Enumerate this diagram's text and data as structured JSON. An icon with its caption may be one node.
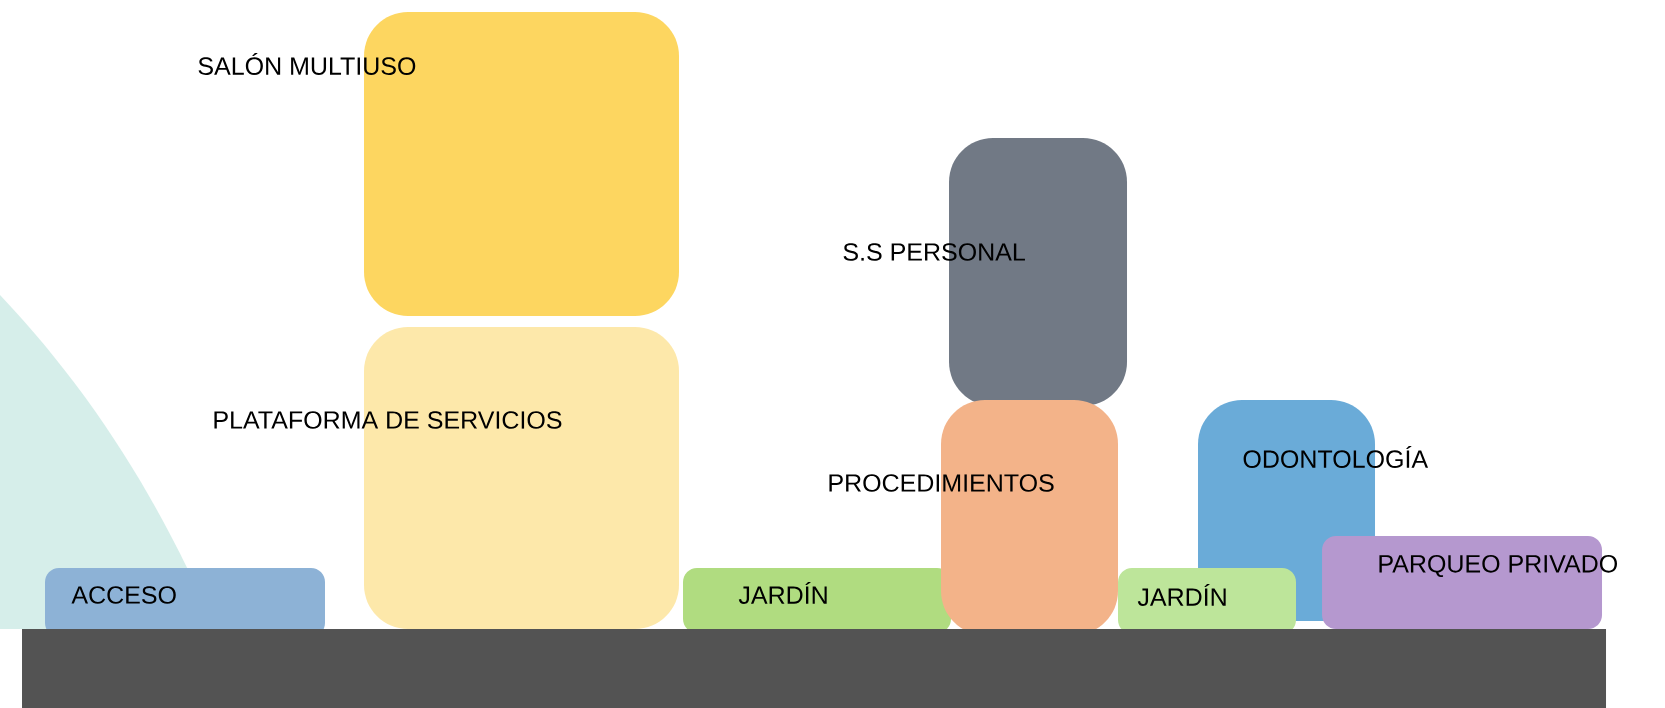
{
  "diagram": {
    "nodes": [
      {
        "text": [
          "SALÓN MULTIUSO"
        ]
      },
      {
        "text": [
          "S.S PERSONAL"
        ]
      },
      {
        "text": [
          "PLATAFORMA DE SERVICIOS"
        ]
      },
      {
        "text": [
          "ODONTOLOGÍA"
        ]
      },
      {
        "text": [
          "PROCEDIMIENTOS"
        ]
      },
      {
        "text": [
          "PARQUEO PRIVADO"
        ]
      },
      {
        "text": [
          "ACCESO"
        ]
      },
      {
        "text": [
          "JARDÍN"
        ]
      },
      {
        "text": [
          "JARDÍN"
        ]
      }
    ]
  }
}
